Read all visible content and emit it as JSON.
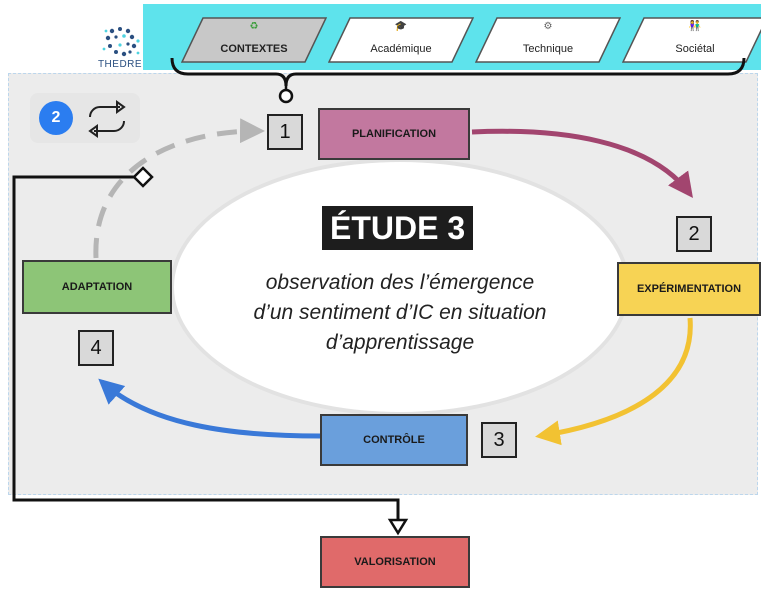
{
  "logo": {
    "name": "THEDRE"
  },
  "contexts": {
    "tabs": [
      {
        "label": "CONTEXTES",
        "icon": "recycle-icon",
        "glyph": "♻",
        "active": true
      },
      {
        "label": "Académique",
        "icon": "graduation-cap-icon",
        "glyph": "🎓",
        "active": false
      },
      {
        "label": "Technique",
        "icon": "gear-icon",
        "glyph": "⚙",
        "active": false
      },
      {
        "label": "Sociétal",
        "icon": "people-icon",
        "glyph": "👫",
        "active": false
      }
    ]
  },
  "cycle_badge": {
    "number": "2",
    "icon": "cycle-arrows-icon"
  },
  "study": {
    "title": "ÉTUDE 3",
    "description_lines": [
      "observation des l’émergence",
      "d’un sentiment d’IC en situation",
      "d’apprentissage"
    ]
  },
  "steps": [
    {
      "number": "1",
      "label": "PLANIFICATION",
      "color": "#c2789f"
    },
    {
      "number": "2",
      "label": "EXPÉRIMENTATION",
      "color": "#f7d354"
    },
    {
      "number": "3",
      "label": "CONTRÔLE",
      "color": "#6a9fdc"
    },
    {
      "number": "4",
      "label": "ADAPTATION",
      "color": "#8dc577"
    }
  ],
  "valorisation": {
    "label": "VALORISATION",
    "color": "#e06a6a"
  },
  "colors": {
    "tabs_band": "#5ee3ec",
    "arrow_plan_to_exp": "#a2456f",
    "arrow_exp_to_ctrl": "#f2c232",
    "arrow_ctrl_to_adapt": "#3a79d8",
    "arrow_adapt_to_plan": "#b5b5b5"
  }
}
